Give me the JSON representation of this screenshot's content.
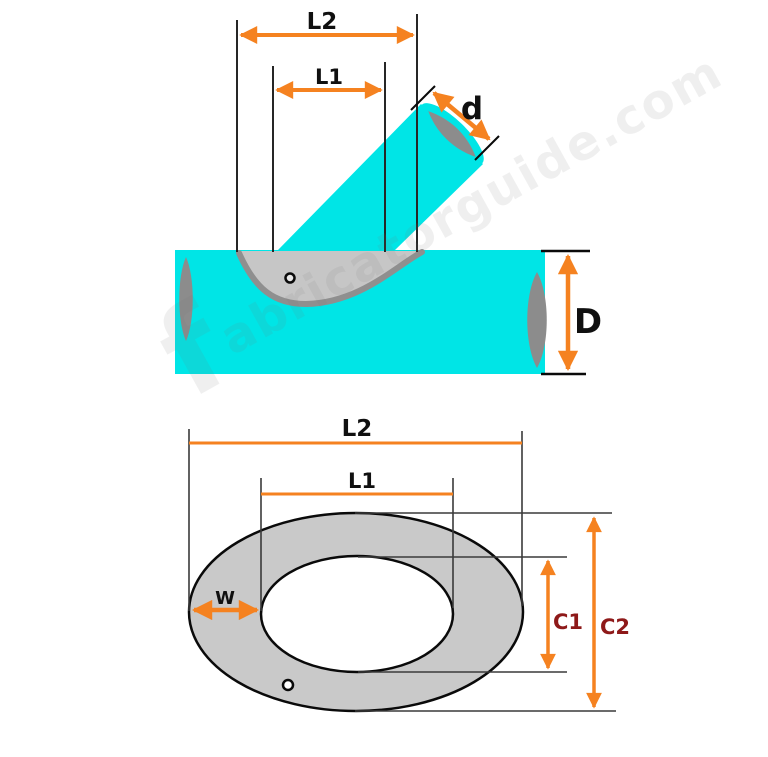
{
  "top_view": {
    "l2": "L2",
    "l1": "L1",
    "branch_diameter": "d",
    "header_diameter": "D"
  },
  "bottom_view": {
    "l2": "L2",
    "l1": "L1",
    "width": "W",
    "c1": "C1",
    "c2": "C2"
  },
  "watermark": {
    "initial": "f",
    "rest": "abricatorguide.com"
  },
  "colors": {
    "pipe_cyan": "#00e5e6",
    "dimension_orange": "#f58220",
    "label_black": "#101010",
    "c_label_maroon": "#8e1919",
    "ring_gray": "#c9c9c9",
    "bore_gray": "#8c8c8c",
    "saddle_light": "#c6c6c6",
    "saddle_dark": "#8f8f8f",
    "extension_line": "#262626"
  }
}
